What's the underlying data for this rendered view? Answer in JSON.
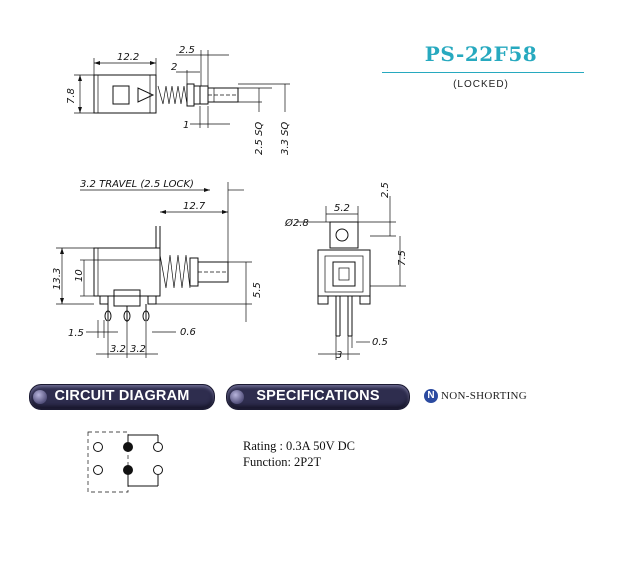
{
  "part": {
    "title": "PS-22F58",
    "subtitle": "(LOCKED)"
  },
  "top_view": {
    "dim_width": "12.2",
    "dim_height": "7.8",
    "dim_pitch": "2.5",
    "dim_step": "2",
    "dim_one": "1",
    "dim_sq_a": "2.5 SQ",
    "dim_sq_b": "3.3 SQ"
  },
  "side_view": {
    "dim_travel": "3.2 TRAVEL (2.5 LOCK)",
    "dim_length": "12.7",
    "dim_total_h": "13.3",
    "dim_body_h": "10",
    "dim_shaft_h": "5.5",
    "dim_pin_off": "1.5",
    "dim_pin_w": "0.6",
    "dim_pin_pitch": "3.2",
    "dim_pin_pitch_b": "3.2"
  },
  "end_view": {
    "dim_hole": "Ø2.8",
    "dim_width": "5.2",
    "dim_top": "2.5",
    "dim_h": "7.5",
    "dim_pin_t": "0.5",
    "dim_pin_pitch": "3"
  },
  "sections": {
    "circuit": "CIRCUIT DIAGRAM",
    "specs": "SPECIFICATIONS",
    "badge_letter": "N",
    "badge_text": "NON-SHORTING"
  },
  "specs": {
    "rating": "Rating : 0.3A 50V DC",
    "function": "Function: 2P2T"
  },
  "colors": {
    "title": "#27a9bf",
    "pill": "#2e2d4e",
    "badge": "#2b4aa0"
  }
}
